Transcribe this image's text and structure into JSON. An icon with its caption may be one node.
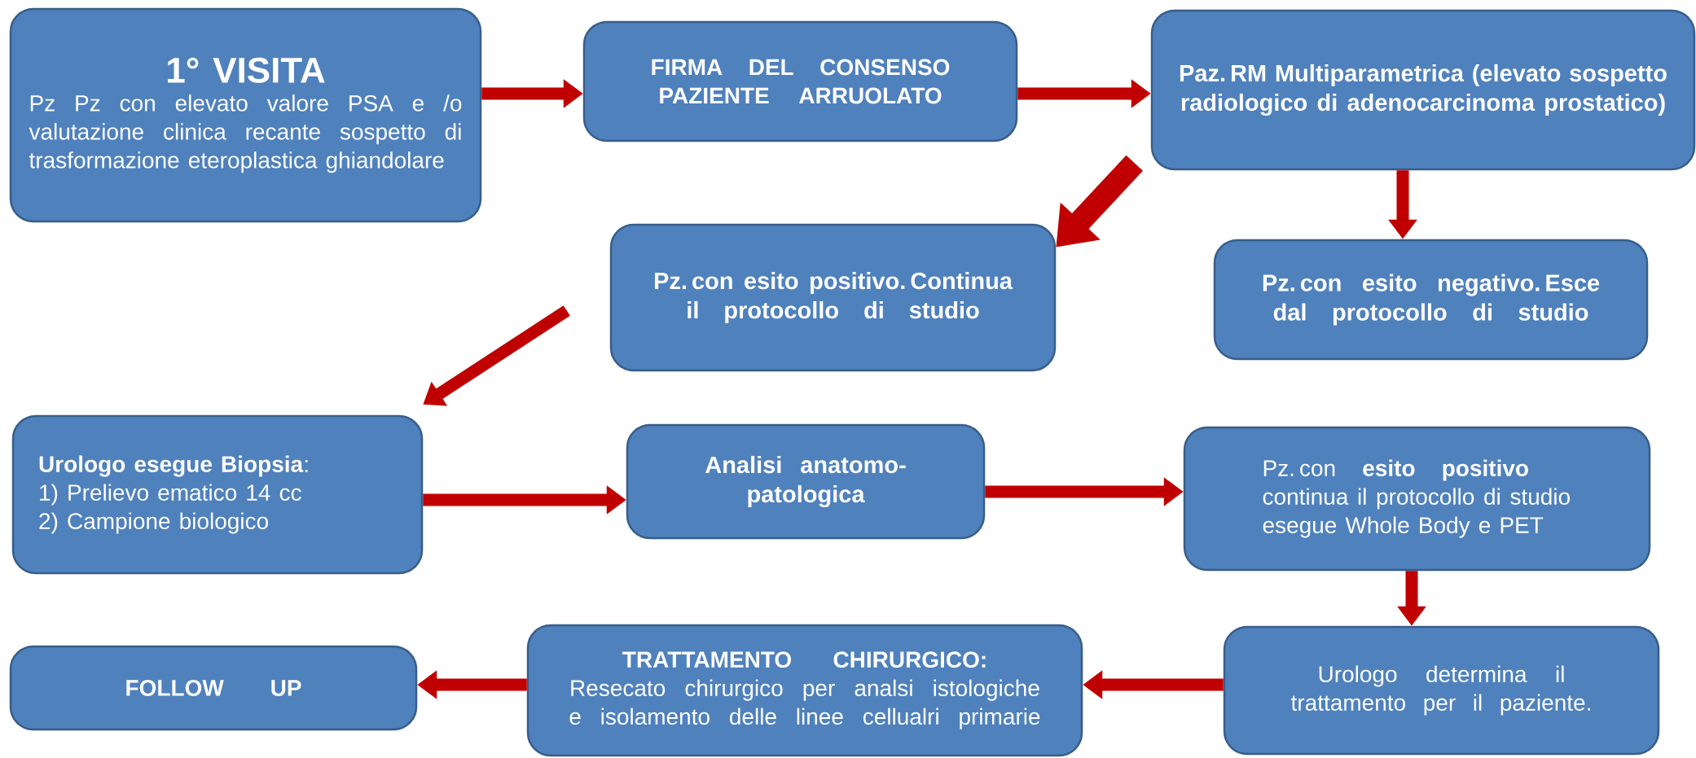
{
  "diagram": {
    "nodes": [
      {
        "text": [
          "1° VISITA",
          "Pz Pz con elevato valore PSA e /o valutazione clinica recante sospetto di trasformazione eteroplastica ghiandolare"
        ]
      },
      {
        "text": [
          "FIRMA DEL CONSENSO PAZIENTE ARRUOLATO"
        ]
      },
      {
        "text": [
          "Paz. RM Multiparametrica (elevato sospetto radiologico di adenocarcinoma prostatico)"
        ]
      },
      {
        "text": [
          "Pz. con esito positivo. Continua il protocollo di studio"
        ]
      },
      {
        "text": [
          "Pz. con esito negativo. Esce dal protocollo di studio"
        ]
      },
      {
        "text": [
          "**Urologo esegue Biopsia**:",
          "1) Prelievo ematico 14 cc",
          "2) Campione biologico"
        ]
      },
      {
        "text": [
          "Analisi anatomo-patologica"
        ]
      },
      {
        "text": [
          "Pz. con **esito positivo** continua il protocollo di studio esegue Whole Body e PET"
        ]
      },
      {
        "text": [
          "Urologo determina il trattamento per il paziente."
        ]
      },
      {
        "text": [
          "TRATTAMENTO CHIRURGICO:",
          "Resecato chirurgico per analsi istologiche e isolamento delle linee cellualri primarie"
        ]
      },
      {
        "text": [
          "FOLLOW UP"
        ]
      }
    ],
    "edges": [
      {
        "from": 0,
        "to": 1,
        "arrow": "to"
      },
      {
        "from": 1,
        "to": 2,
        "arrow": "to"
      },
      {
        "from": 2,
        "to": 3,
        "arrow": "to",
        "style": "thick"
      },
      {
        "from": 2,
        "to": 4,
        "arrow": "to"
      },
      {
        "from": 3,
        "to": 5,
        "arrow": "to"
      },
      {
        "from": 5,
        "to": 6,
        "arrow": "to"
      },
      {
        "from": 6,
        "to": 7,
        "arrow": "to"
      },
      {
        "from": 7,
        "to": 8,
        "arrow": "to"
      },
      {
        "from": 8,
        "to": 9,
        "arrow": "to"
      },
      {
        "from": 9,
        "to": 10,
        "arrow": "to"
      }
    ]
  }
}
